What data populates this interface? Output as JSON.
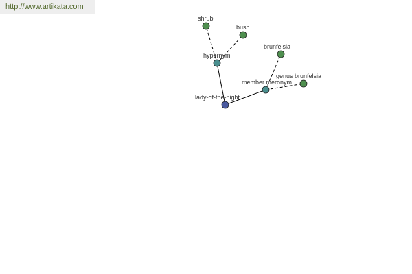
{
  "watermark": {
    "text": "http://www.artikata.com"
  },
  "graph": {
    "nodes": [
      {
        "id": "center",
        "label": "lady-of-the-night",
        "kind": "center",
        "color": "#4a5aa0"
      },
      {
        "id": "hypernym",
        "label": "hypernym",
        "kind": "relation",
        "color": "#4a8f8f"
      },
      {
        "id": "member_meronym",
        "label": "member meronym",
        "kind": "relation",
        "color": "#4a8f8f"
      },
      {
        "id": "shrub",
        "label": "shrub",
        "kind": "leaf",
        "color": "#4f8f4f"
      },
      {
        "id": "bush",
        "label": "bush",
        "kind": "leaf",
        "color": "#4f8f4f"
      },
      {
        "id": "brunfelsia",
        "label": "brunfelsia",
        "kind": "leaf",
        "color": "#4f8f4f"
      },
      {
        "id": "genus_brunfelsia",
        "label": "genus brunfelsia",
        "kind": "leaf",
        "color": "#4f8f4f"
      }
    ],
    "edges": [
      {
        "from": "center",
        "to": "hypernym",
        "style": "solid"
      },
      {
        "from": "center",
        "to": "member_meronym",
        "style": "solid"
      },
      {
        "from": "hypernym",
        "to": "shrub",
        "style": "dashed"
      },
      {
        "from": "hypernym",
        "to": "bush",
        "style": "dashed"
      },
      {
        "from": "member_meronym",
        "to": "brunfelsia",
        "style": "dashed"
      },
      {
        "from": "member_meronym",
        "to": "genus_brunfelsia",
        "style": "dashed"
      }
    ]
  }
}
